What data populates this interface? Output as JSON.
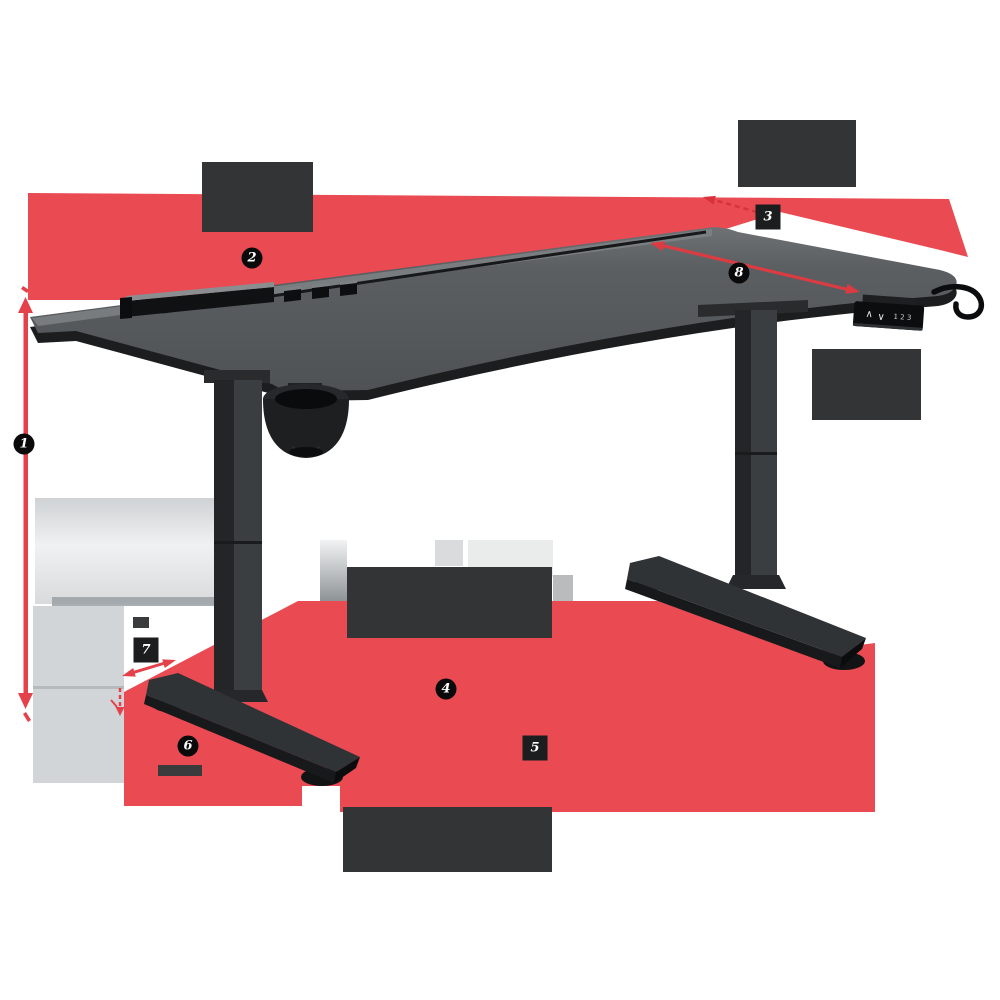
{
  "figure": {
    "kind": "standing-desk dimension diagram",
    "background": "#ffffff",
    "accent_red": "#EA4A52",
    "arrow_red": "#DD3B42",
    "label_box_color": "#323436",
    "callout_bg": "#0a0a0b",
    "callout_text_color": "#ffffff"
  },
  "callouts": [
    {
      "n": "1"
    },
    {
      "n": "2"
    },
    {
      "n": "3"
    },
    {
      "n": "4"
    },
    {
      "n": "5"
    },
    {
      "n": "6"
    },
    {
      "n": "7"
    },
    {
      "n": "8"
    }
  ],
  "label_boxes": [
    {
      "name": "top-left"
    },
    {
      "name": "top-right"
    },
    {
      "name": "right"
    },
    {
      "name": "middle"
    },
    {
      "name": "bottom"
    },
    {
      "name": "small-bar-7"
    },
    {
      "name": "small-bar-6"
    }
  ],
  "parts": {
    "tabletop": "curved desktop",
    "cable_rail": "back cable rail",
    "edge_clips": "mounting clips",
    "cup_holder": "cup holder",
    "control_panel": "height control keypad",
    "headphone_hook": "headphone hook",
    "legs": "T-shaped lifting columns"
  },
  "control_panel": {
    "up_glyph": "∧",
    "down_glyph": "∨",
    "preset_glyphs": "1 2 3"
  }
}
